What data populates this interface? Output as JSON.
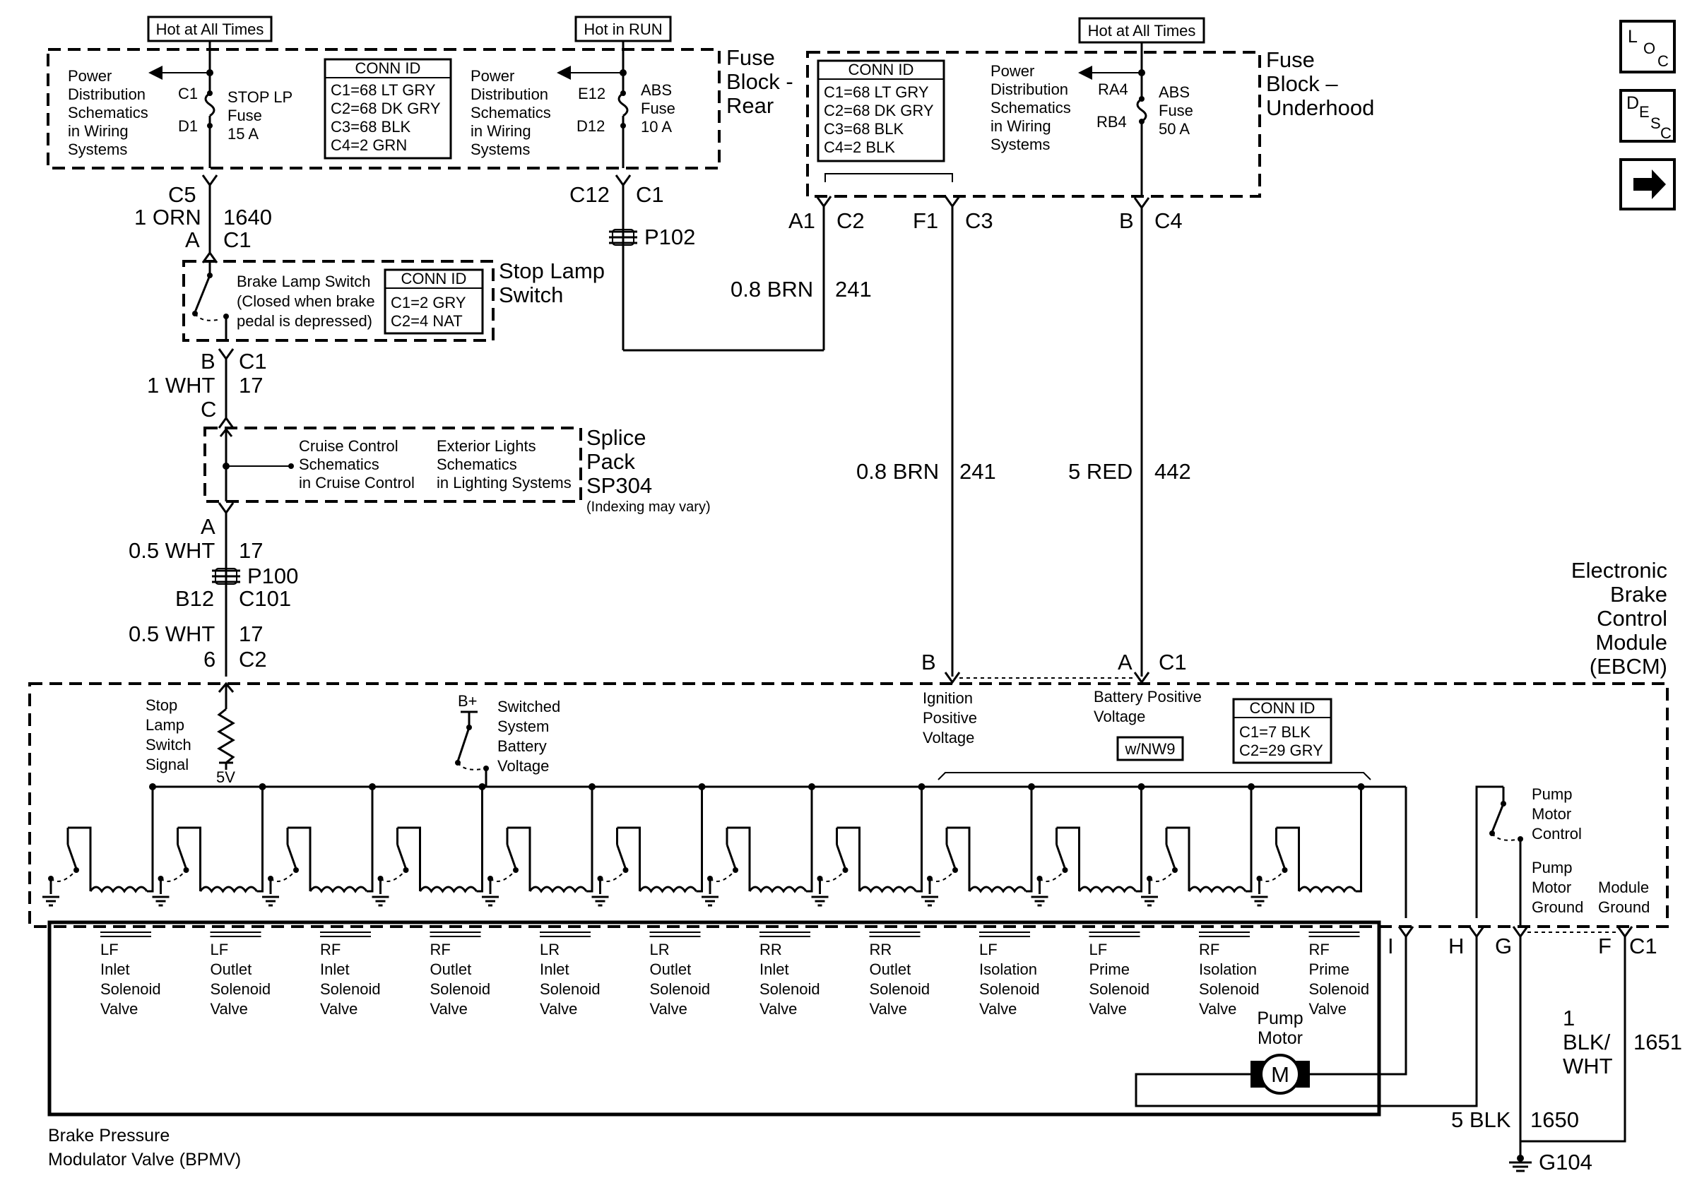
{
  "power": {
    "hot_all_times_1": "Hot at All Times",
    "hot_in_run": "Hot in RUN",
    "hot_all_times_2": "Hot at All Times"
  },
  "fuse_block_rear": {
    "title": [
      "Fuse",
      "Block -",
      "Rear"
    ],
    "power_dist": [
      "Power",
      "Distribution",
      "Schematics",
      "in Wiring",
      "Systems"
    ],
    "stop_fuse": {
      "in": "C1",
      "out": "D1",
      "name": [
        "STOP LP",
        "Fuse",
        "15 A"
      ]
    },
    "abs_fuse": {
      "in": "E12",
      "out": "D12",
      "name": [
        "ABS",
        "Fuse",
        "10 A"
      ]
    },
    "conn_id": {
      "title": "CONN ID",
      "lines": [
        "C1=68 LT GRY",
        "C2=68 DK GRY",
        "C3=68 BLK",
        "C4=2 GRN"
      ]
    }
  },
  "fuse_block_underhood": {
    "title": [
      "Fuse",
      "Block –",
      "Underhood"
    ],
    "power_dist": [
      "Power",
      "Distribution",
      "Schematics",
      "in Wiring",
      "Systems"
    ],
    "abs_fuse": {
      "in": "RA4",
      "out": "RB4",
      "name": [
        "ABS",
        "Fuse",
        "50 A"
      ]
    },
    "conn_id": {
      "title": "CONN ID",
      "lines": [
        "C1=68 LT GRY",
        "C2=68 DK GRY",
        "C3=68 BLK",
        "C4=2 BLK"
      ]
    }
  },
  "wires": {
    "c5": "C5",
    "orn": "1 ORN",
    "orn_num": "1640",
    "a1": "A",
    "c1a": "C1",
    "c12": "C12",
    "c1b": "C1",
    "p102": "P102",
    "a1c2_a": "A1",
    "a1c2_c": "C2",
    "f1": "F1",
    "c3": "C3",
    "b_u": "B",
    "c4": "C4",
    "brn_top": "0.8 BRN",
    "brn_top_num": "241",
    "brn_mid": "0.8 BRN",
    "brn_mid_num": "241",
    "red": "5 RED",
    "red_num": "442",
    "b_sw": "B",
    "c1_sw": "C1",
    "wht1": "1 WHT",
    "wht1_num": "17",
    "c_sp": "C",
    "a_sp": "A",
    "wht05a": "0.5 WHT",
    "wht05a_num": "17",
    "p100": "P100",
    "b12": "B12",
    "c101": "C101",
    "wht05b": "0.5 WHT",
    "wht05b_num": "17",
    "six": "6",
    "c2_ebcm": "C2",
    "b_ebcm": "B",
    "a_ebcm": "A",
    "c1_ebcm": "C1"
  },
  "stop_lamp_switch": {
    "title": [
      "Stop Lamp",
      "Switch"
    ],
    "desc": [
      "Brake Lamp Switch",
      "(Closed when brake",
      "pedal is depressed)"
    ],
    "conn_id": {
      "title": "CONN ID",
      "lines": [
        "C1=2 GRY",
        "C2=4 NAT"
      ]
    }
  },
  "splice_pack": {
    "title": [
      "Splice",
      "Pack",
      "SP304"
    ],
    "note": "(Indexing may vary)",
    "cruise": [
      "Cruise  Control",
      "Schematics",
      "in Cruise Control"
    ],
    "lights": [
      "Exterior Lights",
      "Schematics",
      "in Lighting Systems"
    ]
  },
  "ebcm": {
    "title": [
      "Electronic",
      "Brake",
      "Control",
      "Module",
      "(EBCM)"
    ],
    "stop_signal": [
      "Stop",
      "Lamp",
      "Switch",
      "Signal"
    ],
    "five_v": "5V",
    "bplus": "B+",
    "switched": [
      "Switched",
      "System",
      "Battery",
      "Voltage"
    ],
    "ignition": [
      "Ignition",
      "Positive",
      "Voltage"
    ],
    "battery_pos": [
      "Battery Positive",
      "Voltage"
    ],
    "nw9": "w/NW9",
    "conn_id": {
      "title": "CONN ID",
      "lines": [
        "C1=7 BLK",
        "C2=29 GRY"
      ]
    },
    "pump_control": [
      "Pump",
      "Motor",
      "Control"
    ],
    "pump_ground": [
      "Pump",
      "Motor",
      "Ground"
    ],
    "module_ground": [
      "Module",
      "Ground"
    ],
    "pins": {
      "i": "I",
      "h": "H",
      "g": "G",
      "f": "F",
      "c1": "C1"
    }
  },
  "bpmv": {
    "title": [
      "Brake Pressure",
      "Modulator Valve (BPMV)"
    ],
    "valves": [
      [
        "LF",
        "Inlet",
        "Solenoid",
        "Valve"
      ],
      [
        "LF",
        "Outlet",
        "Solenoid",
        "Valve"
      ],
      [
        "RF",
        "Inlet",
        "Solenoid",
        "Valve"
      ],
      [
        "RF",
        "Outlet",
        "Solenoid",
        "Valve"
      ],
      [
        "LR",
        "Inlet",
        "Solenoid",
        "Valve"
      ],
      [
        "LR",
        "Outlet",
        "Solenoid",
        "Valve"
      ],
      [
        "RR",
        "Inlet",
        "Solenoid",
        "Valve"
      ],
      [
        "RR",
        "Outlet",
        "Solenoid",
        "Valve"
      ],
      [
        "LF",
        "Isolation",
        "Solenoid",
        "Valve"
      ],
      [
        "LF",
        "Prime",
        "Solenoid",
        "Valve"
      ],
      [
        "RF",
        "Isolation",
        "Solenoid",
        "Valve"
      ],
      [
        "RF",
        "Prime",
        "Solenoid",
        "Valve"
      ]
    ],
    "pump_motor": [
      "Pump",
      "Motor"
    ],
    "motor_symbol": "M"
  },
  "ground": {
    "blk_wht": [
      "1",
      "BLK/",
      "WHT"
    ],
    "blk_wht_num": "1651",
    "blk": "5 BLK",
    "blk_num": "1650",
    "g104": "G104"
  },
  "nav": {
    "loc": [
      "L",
      "O",
      "C"
    ],
    "desc": [
      "D",
      "E",
      "S",
      "C"
    ],
    "next_icon": "right-arrow-icon"
  }
}
